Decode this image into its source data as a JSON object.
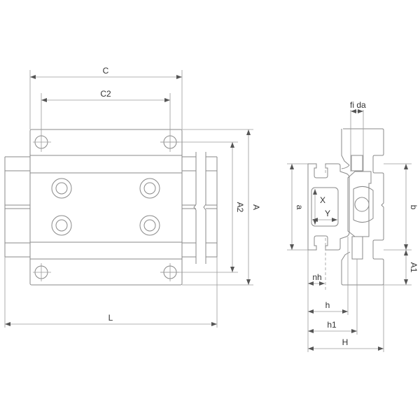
{
  "front_view": {
    "labels": {
      "C": "C",
      "C2": "C2",
      "A": "A",
      "A2": "A2",
      "L": "L"
    }
  },
  "side_view": {
    "labels": {
      "fi": "fi",
      "da": "da",
      "a": "a",
      "b": "b",
      "A1": "A1",
      "X": "X",
      "Y": "Y",
      "nh": "nh",
      "h": "h",
      "h1": "h1",
      "H": "H"
    }
  },
  "colors": {
    "line": "#8a8a8a",
    "text": "#333333"
  }
}
